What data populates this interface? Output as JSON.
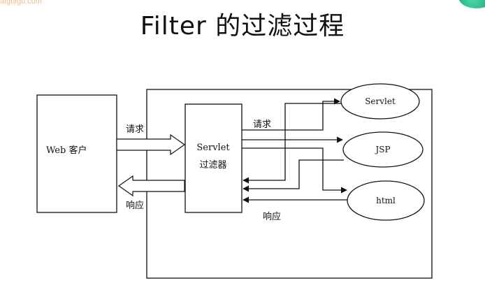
{
  "watermark": "atguigu.com",
  "title": "Filter 的过滤过程",
  "diagram": {
    "client_label": "Web 客户",
    "filter_line1": "Servlet",
    "filter_line2": "过滤器",
    "request_label_left": "请求",
    "response_label_left": "响应",
    "request_label_right": "请求",
    "response_label_right": "响应",
    "targets": [
      "Servlet",
      "JSP",
      "html"
    ]
  }
}
